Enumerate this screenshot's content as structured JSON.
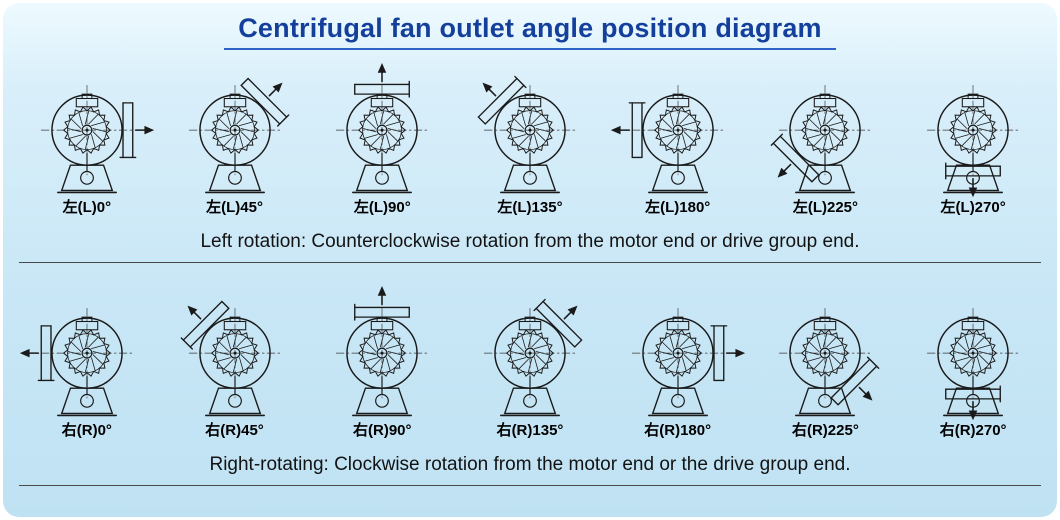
{
  "title": "Centrifugal fan outlet angle position diagram",
  "rows": [
    {
      "rotation": "left",
      "caption": "Left rotation: Counterclockwise rotation from the motor end or drive group end.",
      "fans": [
        {
          "label": "左(L)0°",
          "angle": 0
        },
        {
          "label": "左(L)45°",
          "angle": 45
        },
        {
          "label": "左(L)90°",
          "angle": 90
        },
        {
          "label": "左(L)135°",
          "angle": 135
        },
        {
          "label": "左(L)180°",
          "angle": 180
        },
        {
          "label": "左(L)225°",
          "angle": 225
        },
        {
          "label": "左(L)270°",
          "angle": 270
        }
      ]
    },
    {
      "rotation": "right",
      "caption": "Right-rotating: Clockwise rotation from the motor end or the drive group end.",
      "fans": [
        {
          "label": "右(R)0°",
          "angle": 0
        },
        {
          "label": "右(R)45°",
          "angle": 45
        },
        {
          "label": "右(R)90°",
          "angle": 90
        },
        {
          "label": "右(R)135°",
          "angle": 135
        },
        {
          "label": "右(R)180°",
          "angle": 180
        },
        {
          "label": "右(R)225°",
          "angle": 225
        },
        {
          "label": "右(R)270°",
          "angle": 270
        }
      ]
    }
  ],
  "colors": {
    "panel_top": "#eefaff",
    "panel_bottom": "#bfe2f3",
    "title": "#14409b",
    "underline": "#2e62c6",
    "divider": "#4a4a4a",
    "ink": "#1a1a1a"
  }
}
